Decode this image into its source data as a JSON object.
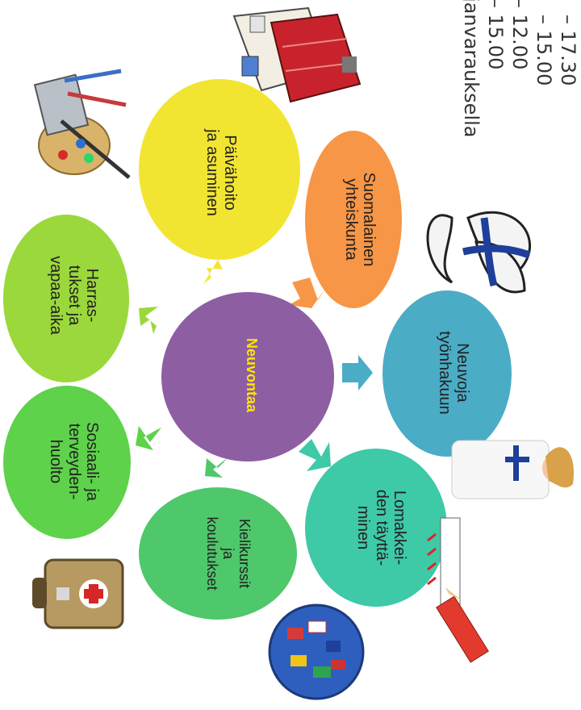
{
  "center": {
    "label": "Neuvontaa",
    "color": "#8e5ea2",
    "text_color": "#ffe600"
  },
  "nodes": [
    {
      "id": "suomalainen",
      "label": "Suomalainen\nyhteiskunta",
      "color": "#f79646"
    },
    {
      "id": "neuvoja",
      "label": "Neuvoja\ntyönhakuun",
      "color": "#4bacc6"
    },
    {
      "id": "lomakkeiden",
      "label": "Lomakkei-\nden täyttä-\nminen",
      "color": "#3ec9a7"
    },
    {
      "id": "kielikurssit",
      "label": "Kielikurssit\nja\nkoulutukset",
      "color": "#4fc76b"
    },
    {
      "id": "sosiaali",
      "label": "Sosiaali- ja\nterveyden-\nhuolto",
      "color": "#5ed24a"
    },
    {
      "id": "harrastukset",
      "label": "Harras-\ntukset ja\nvapaa-aika",
      "color": "#9bd83c"
    },
    {
      "id": "paivahoito",
      "label": "Päivähoito\nja asuminen",
      "color": "#f2e531"
    }
  ],
  "hours_text": [
    "– 17.30",
    "– 15.00",
    "– 12.00",
    "– 15.00",
    "janvarauksella"
  ],
  "icons": [
    "house-icon",
    "paint-tools-icon",
    "finnish-flag-butterfly-icon",
    "woman-flag-shirt-icon",
    "checklist-pencil-icon",
    "world-flags-globe-icon",
    "first-aid-kit-icon"
  ]
}
